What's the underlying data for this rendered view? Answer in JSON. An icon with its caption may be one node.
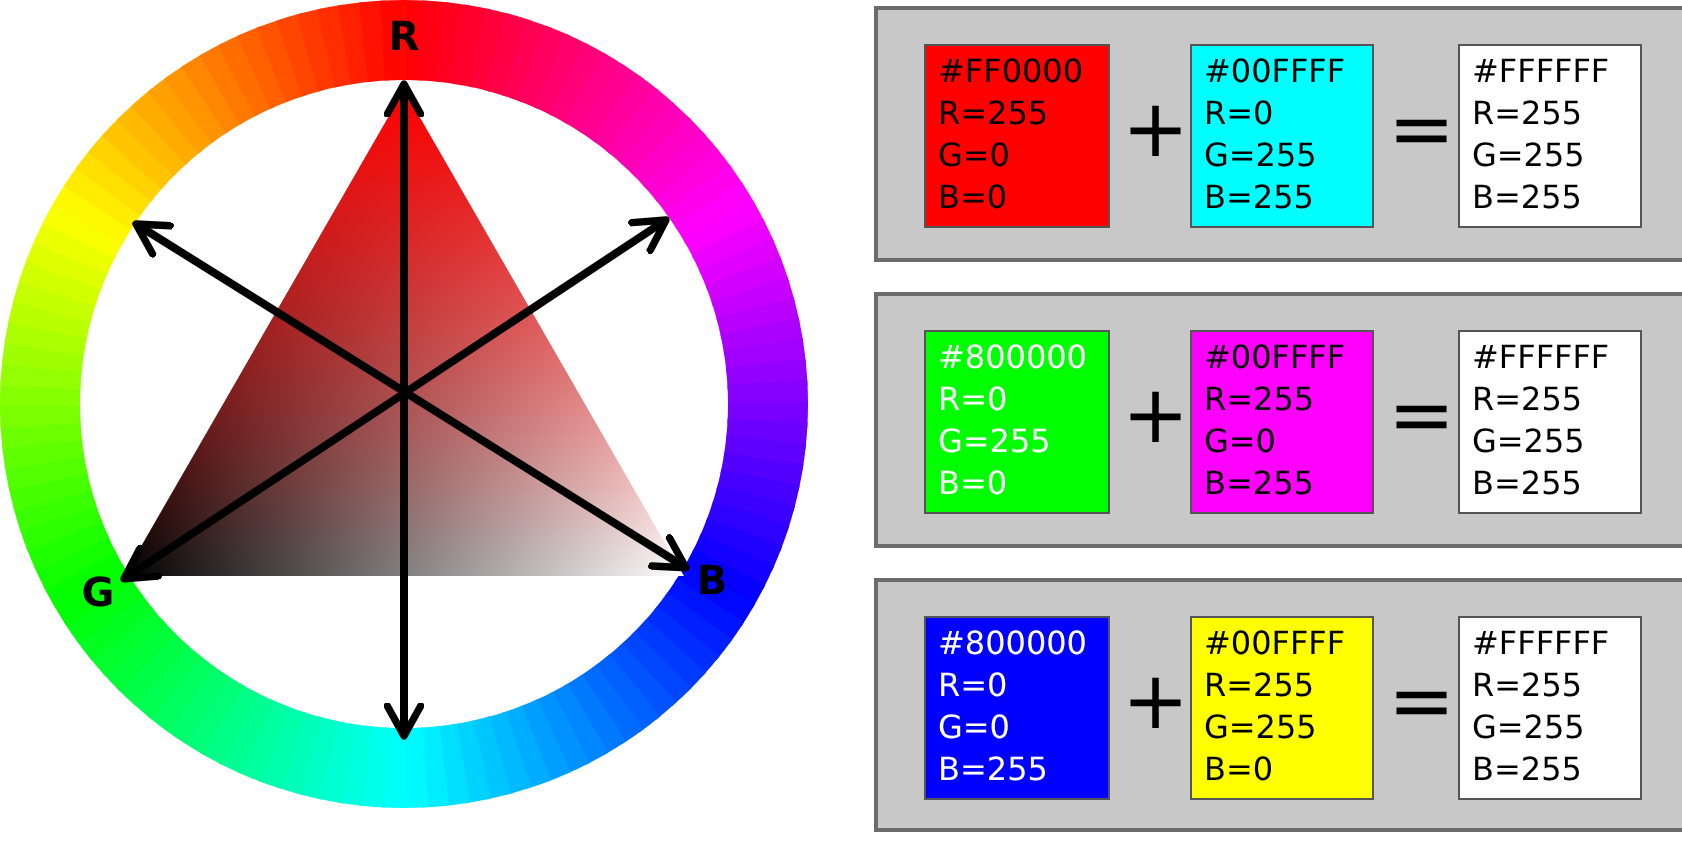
{
  "diagram": {
    "nodes": [
      {
        "text": [
          "R"
        ]
      },
      {
        "text": [
          "G"
        ]
      },
      {
        "text": [
          "B"
        ]
      },
      {
        "text": [],
        "shape": "box"
      },
      {
        "text": [
          "#FF0000",
          "R=255",
          "G=0",
          "B=0"
        ],
        "in": 3
      },
      {
        "text": [
          "#00FFFF",
          "R=0",
          "G=255",
          "B=255"
        ],
        "in": 3
      },
      {
        "text": [
          "#FFFFFF",
          "R=255",
          "G=255",
          "B=255"
        ],
        "in": 3
      },
      {
        "text": [],
        "shape": "box"
      },
      {
        "text": [
          "#800000",
          "R=0",
          "G=255",
          "B=0"
        ],
        "in": 7
      },
      {
        "text": [
          "#00FFFF",
          "R=255",
          "G=0",
          "B=255"
        ],
        "in": 7
      },
      {
        "text": [
          "#FFFFFF",
          "R=255",
          "G=255",
          "B=255"
        ],
        "in": 7
      },
      {
        "text": [],
        "shape": "box"
      },
      {
        "text": [
          "#800000",
          "R=0",
          "G=0",
          "B=255"
        ],
        "in": 11
      },
      {
        "text": [
          "#00FFFF",
          "R=255",
          "G=255",
          "B=0"
        ],
        "in": 11
      },
      {
        "text": [
          "#FFFFFF",
          "R=255",
          "G=255",
          "B=255"
        ],
        "in": 11
      }
    ],
    "edges": [
      {
        "from": null,
        "to": 0,
        "arrow": "both"
      },
      {
        "from": null,
        "to": 1,
        "arrow": "both"
      },
      {
        "from": null,
        "to": 2,
        "arrow": "both"
      }
    ],
    "labels": [
      "+",
      "=",
      "+",
      "=",
      "+",
      "="
    ]
  }
}
